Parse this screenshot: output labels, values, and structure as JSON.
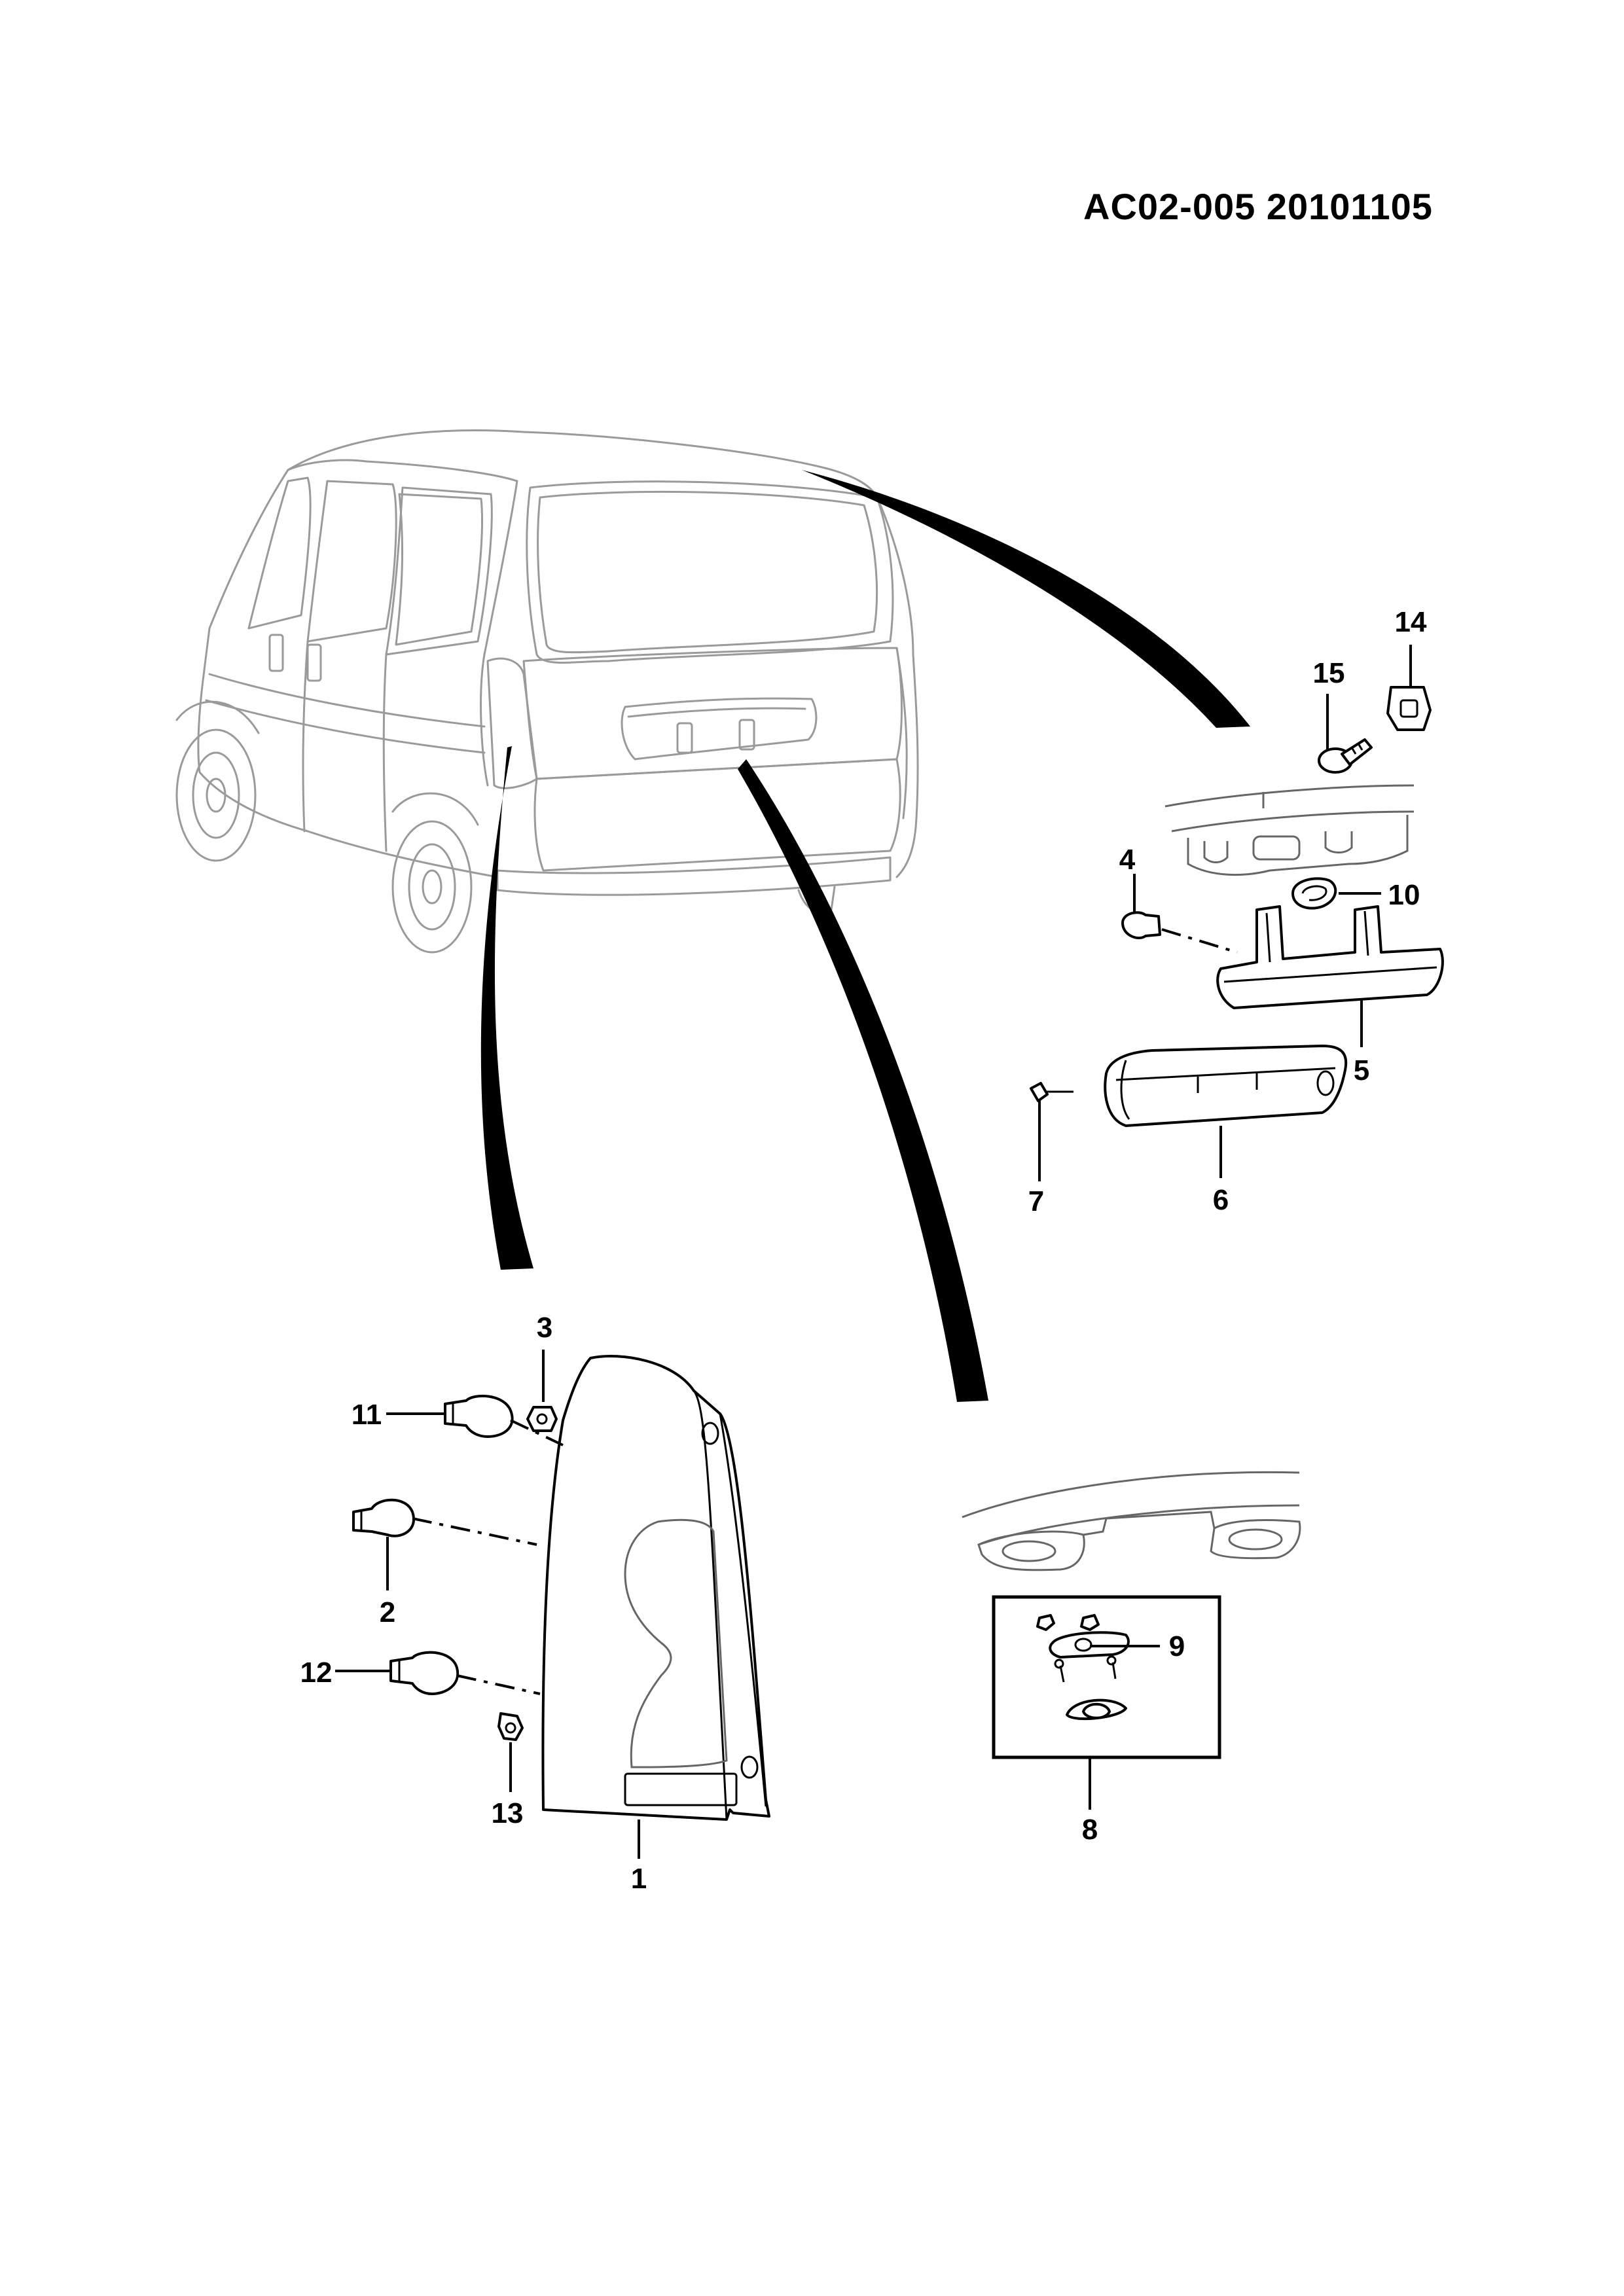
{
  "header": {
    "document_code": "AC02-005  20101105"
  },
  "callouts": {
    "c1": "1",
    "c2": "2",
    "c3": "3",
    "c4": "4",
    "c5": "5",
    "c6": "6",
    "c7": "7",
    "c8": "8",
    "c9": "9",
    "c10": "10",
    "c11": "11",
    "c12": "12",
    "c13": "13",
    "c14": "14",
    "c15": "15"
  }
}
